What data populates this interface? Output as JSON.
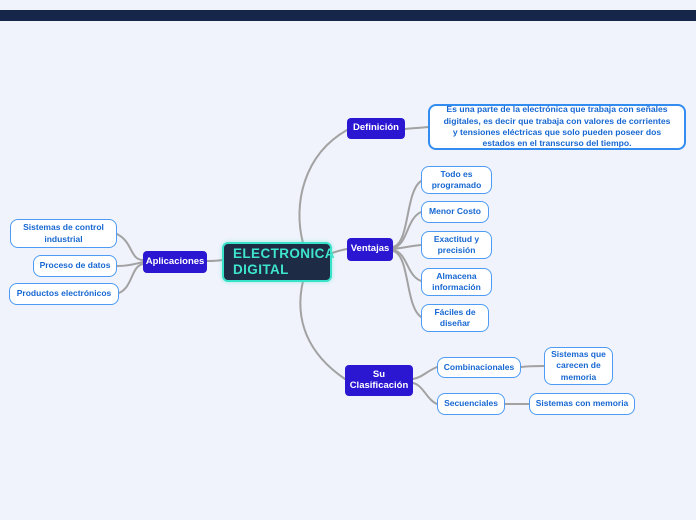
{
  "colors": {
    "background": "#f0f3fc",
    "topbar": "#16254a",
    "central_fill": "#1d2b45",
    "central_accent": "#38e2c9",
    "branch_purple": "#2b16d2",
    "leaf_border_blue": "#4d9bf5",
    "leaf_text_blue": "#1667d2",
    "connector_gray": "#a2a2a2"
  },
  "map": {
    "central": {
      "label": "ELECTRONICA DIGITAL"
    },
    "aplicaciones": {
      "label": "Aplicaciones",
      "children": [
        "Sistemas de control industrial",
        "Proceso de datos",
        "Productos electrónicos"
      ]
    },
    "definicion": {
      "label": "Definición",
      "text": "Es una parte de la electrónica que trabaja con señales digitales, es decir que trabaja con valores de corrientes y tensiones eléctricas que solo pueden poseer dos estados en el transcurso del tiempo."
    },
    "ventajas": {
      "label": "Ventajas",
      "items": [
        "Todo es programado",
        "Menor Costo",
        "Exactitud y precisión",
        "Almacena información",
        "Fáciles de diseñar"
      ]
    },
    "clasificacion": {
      "label": "Su Clasificación",
      "branches": [
        {
          "label": "Combinacionales",
          "child": "Sistemas que carecen de memoria"
        },
        {
          "label": "Secuenciales",
          "child": "Sistemas con memoria"
        }
      ]
    }
  }
}
